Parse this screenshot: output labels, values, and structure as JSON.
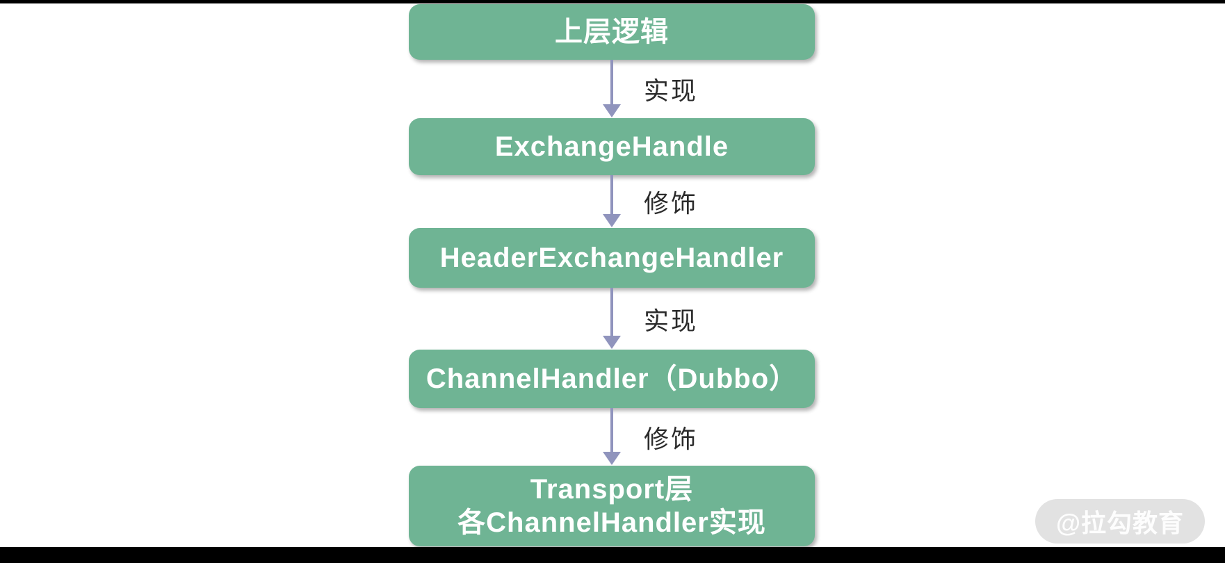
{
  "page": {
    "background": "#ffffff",
    "letterbox_color": "#000000"
  },
  "diagram": {
    "node_color": "#6fb494",
    "node_text_color": "#ffffff",
    "arrow_color": "#9094bd",
    "edge_label_color": "#2b2b2b",
    "nodes": [
      {
        "label": "上层逻辑"
      },
      {
        "label": "ExchangeHandle"
      },
      {
        "label": "HeaderExchangeHandler"
      },
      {
        "label": "ChannelHandler（Dubbo）"
      },
      {
        "label": "Transport层\n各ChannelHandler实现"
      }
    ],
    "edges": [
      {
        "label": "实现"
      },
      {
        "label": "修饰"
      },
      {
        "label": "实现"
      },
      {
        "label": "修饰"
      }
    ]
  },
  "watermark": {
    "text": "@拉勾教育",
    "pill_color": "#e2e2e2"
  }
}
